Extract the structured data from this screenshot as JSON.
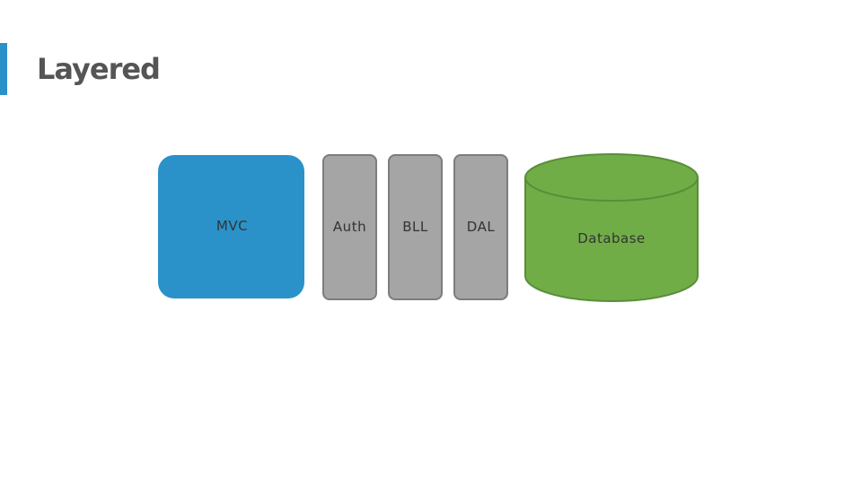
{
  "slide": {
    "title": "Layered",
    "accent_color": "#2a92c9"
  },
  "diagram": {
    "components": {
      "mvc": {
        "label": "MVC",
        "color": "#2a92c9"
      },
      "auth": {
        "label": "Auth",
        "color": "#a5a5a5"
      },
      "bll": {
        "label": "BLL",
        "color": "#a5a5a5"
      },
      "dal": {
        "label": "DAL",
        "color": "#a5a5a5"
      },
      "database": {
        "label": "Database",
        "color": "#70ad47",
        "shape": "cylinder"
      }
    }
  }
}
